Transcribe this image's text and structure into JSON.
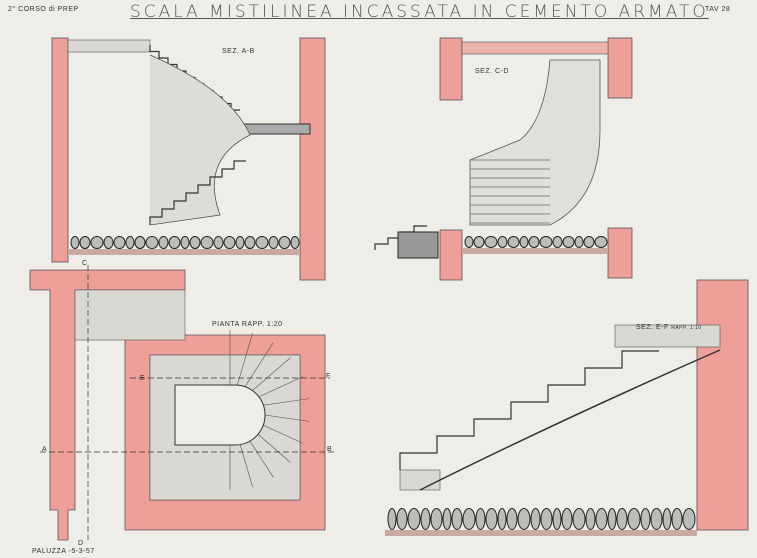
{
  "header": {
    "course": "2° CORSO di PREP",
    "title": "SCALA MISTILINEA INCASSATA IN CEMENTO ARMATO",
    "sheet": "TAV 28"
  },
  "sections": {
    "ab": "SEZ. A-B",
    "cd": "SEZ. C-D",
    "plan": "PIANTA  RAPP. 1:20",
    "ef_name": "SEZ. E-F",
    "ef_scale": "RAPP. 1:10"
  },
  "markers": {
    "a": "A",
    "b": "B",
    "c": "C",
    "d": "D",
    "e": "E",
    "f": "F"
  },
  "footer": {
    "place_date": "PALUZZA -5-3-57"
  },
  "colors": {
    "paper": "#efede8",
    "wall": "#ee9f98",
    "concrete": "#d9d8d3",
    "line": "#444444"
  }
}
